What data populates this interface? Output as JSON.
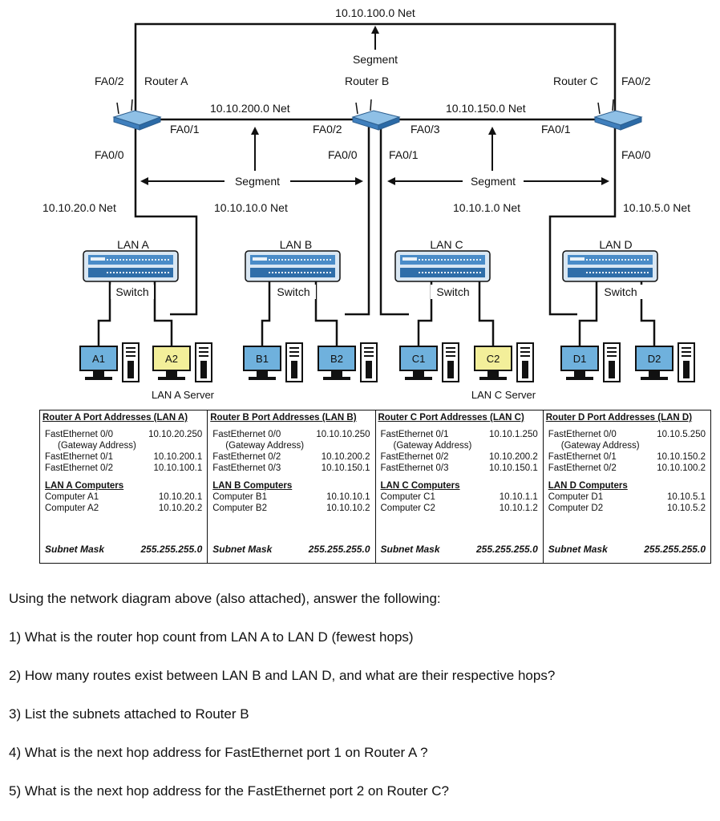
{
  "diagram": {
    "nets": {
      "top": "10.10.100.0 Net",
      "ab": "10.10.200.0 Net",
      "bc": "10.10.150.0 Net",
      "a_lan": "10.10.20.0 Net",
      "b_lan": "10.10.10.0 Net",
      "c_lan": "10.10.1.0 Net",
      "d_lan": "10.10.5.0 Net"
    },
    "segment": "Segment",
    "routers": {
      "a": "Router A",
      "b": "Router B",
      "c": "Router C"
    },
    "ports": {
      "a_fa02": "FA0/2",
      "a_fa01": "FA0/1",
      "a_fa00": "FA0/0",
      "b_fa02": "FA0/2",
      "b_fa03": "FA0/3",
      "b_fa00": "FA0/0",
      "b_fa01": "FA0/1",
      "c_fa02": "FA0/2",
      "c_fa01": "FA0/1",
      "c_fa00": "FA0/0"
    },
    "lans": {
      "a": "LAN A",
      "b": "LAN B",
      "c": "LAN C",
      "d": "LAN D"
    },
    "switch_label": "Switch",
    "computers": [
      "A1",
      "A2",
      "B1",
      "B2",
      "C1",
      "C2",
      "D1",
      "D2"
    ],
    "server_labels": {
      "a": "LAN A Server",
      "c": "LAN C Server"
    },
    "colors": {
      "workstation": "#6fb1dd",
      "server_screen": "#f3ef9a",
      "router": "#4a8cc8",
      "switch": "#4a8cc8"
    }
  },
  "table": {
    "router_a": {
      "header": "Router A Port Addresses (LAN A)",
      "ports": [
        {
          "name": "FastEthernet 0/0",
          "addr": "10.10.20.250",
          "note": "(Gateway Address)"
        },
        {
          "name": "FastEthernet 0/1",
          "addr": "10.10.200.1"
        },
        {
          "name": "FastEthernet 0/2",
          "addr": "10.10.100.1"
        }
      ],
      "computers_header": "LAN A Computers",
      "computers": [
        {
          "name": "Computer A1",
          "addr": "10.10.20.1"
        },
        {
          "name": "Computer A2",
          "addr": "10.10.20.2"
        }
      ],
      "mask_label": "Subnet Mask",
      "mask": "255.255.255.0"
    },
    "router_b": {
      "header": "Router B Port Addresses (LAN B)",
      "ports": [
        {
          "name": "FastEthernet 0/0",
          "addr": "10.10.10.250",
          "note": "(Gateway Address)"
        },
        {
          "name": "FastEthernet 0/2",
          "addr": "10.10.200.2"
        },
        {
          "name": "FastEthernet 0/3",
          "addr": "10.10.150.1"
        }
      ],
      "computers_header": "LAN B Computers",
      "computers": [
        {
          "name": "Computer B1",
          "addr": "10.10.10.1"
        },
        {
          "name": "Computer B2",
          "addr": "10.10.10.2"
        }
      ],
      "mask_label": "Subnet Mask",
      "mask": "255.255.255.0"
    },
    "router_c": {
      "header": "Router C Port Addresses (LAN C)",
      "ports": [
        {
          "name": "FastEthernet 0/1",
          "addr": "10.10.1.250",
          "note": "(Gateway Address)"
        },
        {
          "name": "FastEthernet 0/2",
          "addr": "10.10.200.2"
        },
        {
          "name": "FastEthernet 0/3",
          "addr": "10.10.150.1"
        }
      ],
      "computers_header": "LAN C Computers",
      "computers": [
        {
          "name": "Computer C1",
          "addr": "10.10.1.1"
        },
        {
          "name": "Computer C2",
          "addr": "10.10.1.2"
        }
      ],
      "mask_label": "Subnet Mask",
      "mask": "255.255.255.0"
    },
    "router_d": {
      "header": "Router D Port Addresses (LAN D)",
      "ports": [
        {
          "name": "FastEthernet 0/0",
          "addr": "10.10.5.250",
          "note": "(Gateway Address)"
        },
        {
          "name": "FastEthernet 0/1",
          "addr": "10.10.150.2"
        },
        {
          "name": "FastEthernet 0/2",
          "addr": "10.10.100.2"
        }
      ],
      "computers_header": "LAN D Computers",
      "computers": [
        {
          "name": "Computer D1",
          "addr": "10.10.5.1"
        },
        {
          "name": "Computer D2",
          "addr": "10.10.5.2"
        }
      ],
      "mask_label": "Subnet Mask",
      "mask": "255.255.255.0"
    }
  },
  "questions": [
    "Using the network diagram above (also attached), answer the following:",
    "1) What is the router hop count from LAN A to LAN D (fewest hops)",
    "2) How many routes exist between LAN B and LAN D, and what are their respective hops?",
    "3) List the subnets attached to Router B",
    "4) What is the next hop address for FastEthernet port 1 on Router A ?",
    "5) What is the next hop address for the FastEthernet port 2 on Router C?"
  ]
}
